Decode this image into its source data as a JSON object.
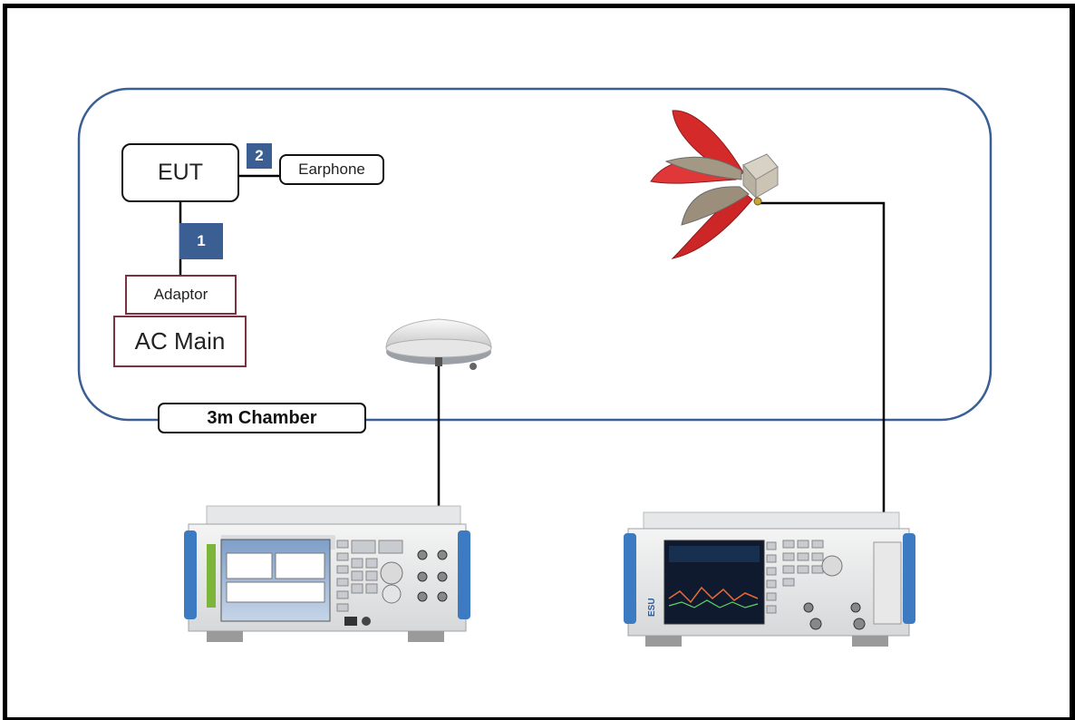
{
  "nodes": {
    "eut": "EUT",
    "earphone": "Earphone",
    "adaptor": "Adaptor",
    "ac_main": "AC Main",
    "chamber": "3m Chamber"
  },
  "badges": {
    "one": "1",
    "two": "2"
  },
  "instruments": {
    "receiver_brand_mark": "ESU"
  },
  "colors": {
    "chamber_outline": "#3a5f94",
    "badge_fill": "#3b5f93",
    "mains_border": "#7a3140",
    "antenna_red": "#d42a2a"
  }
}
